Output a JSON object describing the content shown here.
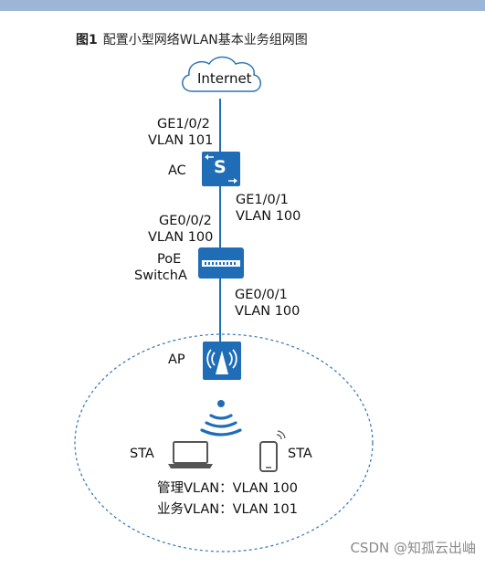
{
  "figure": {
    "number": "图1",
    "caption": "配置小型网络WLAN基本业务组网图"
  },
  "nodes": {
    "internet": {
      "label": "Internet"
    },
    "ac": {
      "label": "AC",
      "icon_letter": "S"
    },
    "switch": {
      "label_line1": "PoE",
      "label_line2": "SwitchA"
    },
    "ap": {
      "label": "AP"
    },
    "sta_laptop": {
      "label": "STA"
    },
    "sta_phone": {
      "label": "STA"
    }
  },
  "links": {
    "ac_up": {
      "port": "GE1/0/2",
      "vlan": "VLAN 101"
    },
    "ac_down": {
      "port": "GE1/0/1",
      "vlan": "VLAN 100"
    },
    "sw_up": {
      "port": "GE0/0/2",
      "vlan": "VLAN 100"
    },
    "sw_down": {
      "port": "GE0/0/1",
      "vlan": "VLAN 100"
    }
  },
  "vlans": {
    "mgmt": "管理VLAN：VLAN 100",
    "service": "业务VLAN：VLAN 101"
  },
  "watermark": "CSDN @知孤云出岫",
  "colors": {
    "device_blue": "#1f6db7",
    "cloud_border": "#2e74b5",
    "link_line": "#1f6db7",
    "dashed_ellipse": "#2e74b5",
    "top_bar": "#9db6d8"
  }
}
